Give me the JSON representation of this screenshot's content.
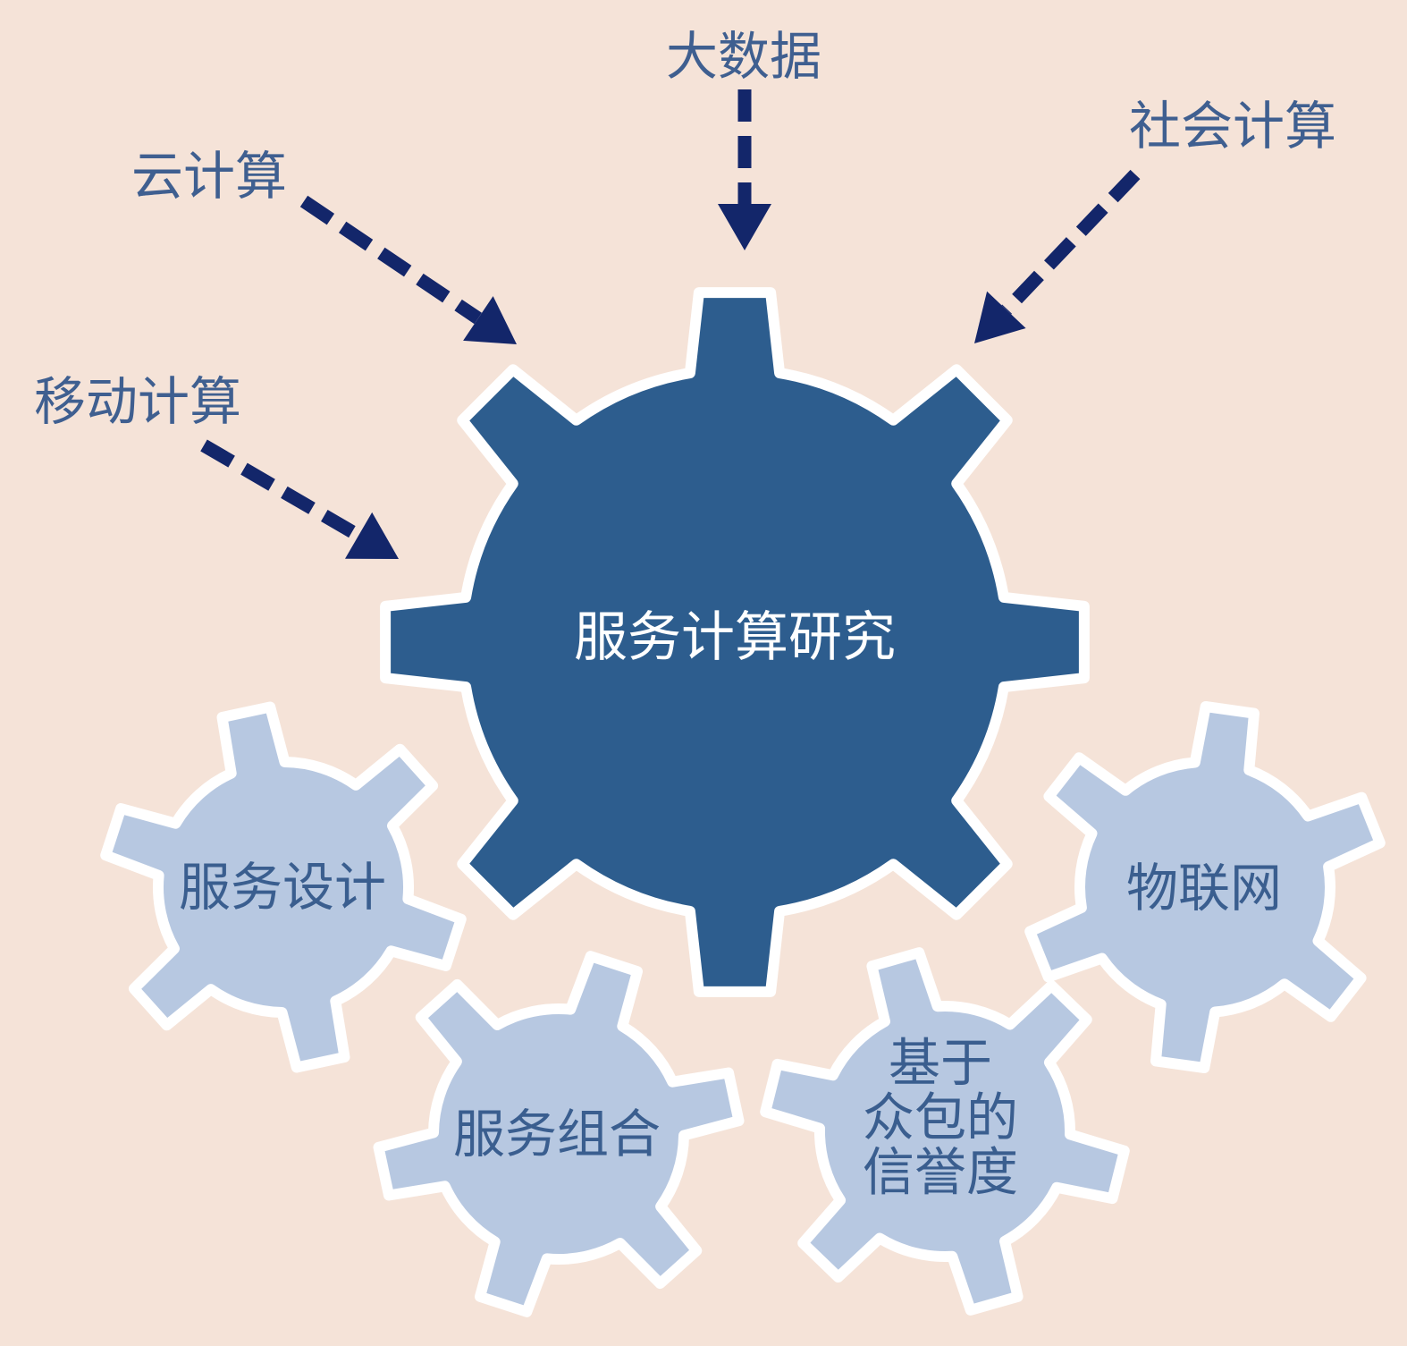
{
  "colors": {
    "background": "#f5e3d8",
    "border": "#ffffff",
    "center_gear": "#2d5d8e",
    "satellite_gear": "#b7c8e1",
    "arrow": "#13266a",
    "input_text": "#3f5f90",
    "satellite_text": "#3a5e8f",
    "center_text": "#ffffff"
  },
  "center": {
    "label": "服务计算研究"
  },
  "inputs": [
    {
      "id": "big-data",
      "label": "大数据"
    },
    {
      "id": "social-computing",
      "label": "社会计算"
    },
    {
      "id": "cloud-computing",
      "label": "云计算"
    },
    {
      "id": "mobile-computing",
      "label": "移动计算"
    }
  ],
  "outputs": [
    {
      "id": "service-design",
      "label": "服务设计"
    },
    {
      "id": "iot",
      "label": "物联网"
    },
    {
      "id": "service-composition",
      "label": "服务组合"
    },
    {
      "id": "crowdsourcing-reputation",
      "label": "基于众包的信誉度",
      "lines": [
        "基于",
        "众包的",
        "信誉度"
      ]
    }
  ]
}
